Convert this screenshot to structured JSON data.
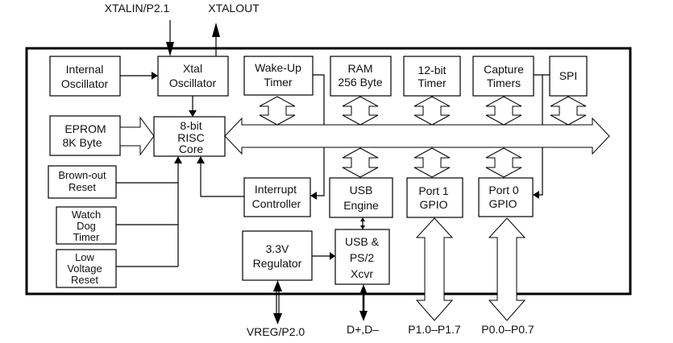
{
  "diagram": {
    "type": "block-diagram",
    "pins": {
      "xtalin": "XTALIN/P2.1",
      "xtalout": "XTALOUT",
      "vreg": "VREG/P2.0",
      "usb_data": "D+,D–",
      "port1": "P1.0–P1.7",
      "port0": "P0.0–P0.7"
    },
    "blocks": {
      "internal_osc": [
        "Internal",
        "Oscillator"
      ],
      "xtal_osc": [
        "Xtal",
        "Oscillator"
      ],
      "wakeup_timer": [
        "Wake-Up",
        "Timer"
      ],
      "ram": [
        "RAM",
        "256 Byte"
      ],
      "timer12": [
        "12-bit",
        "Timer"
      ],
      "capture_timers": [
        "Capture",
        "Timers"
      ],
      "spi": [
        "SPI"
      ],
      "eprom": [
        "EPROM",
        "8K Byte"
      ],
      "risc_core": [
        "8-bit",
        "RISC",
        "Core"
      ],
      "brownout": [
        "Brown-out",
        "Reset"
      ],
      "watchdog": [
        "Watch",
        "Dog",
        "Timer"
      ],
      "lvr": [
        "Low",
        "Voltage",
        "Reset"
      ],
      "interrupt": [
        "Interrupt",
        "Controller"
      ],
      "usb_engine": [
        "USB",
        "Engine"
      ],
      "port1_gpio": [
        "Port 1",
        "GPIO"
      ],
      "port0_gpio": [
        "Port 0",
        "GPIO"
      ],
      "regulator": [
        "3.3V",
        "Regulator"
      ],
      "usb_ps2": [
        "USB &",
        "PS/2",
        "Xcvr"
      ]
    },
    "connections": [
      {
        "from": "XTALIN/P2.1",
        "to": "Xtal Oscillator",
        "kind": "signal"
      },
      {
        "from": "Xtal Oscillator",
        "to": "XTALOUT",
        "kind": "signal"
      },
      {
        "from": "Internal Oscillator",
        "to": "Xtal Oscillator",
        "kind": "signal"
      },
      {
        "from": "Xtal Oscillator",
        "to": "8-bit RISC Core",
        "kind": "signal"
      },
      {
        "from": "EPROM 8K Byte",
        "to": "8-bit RISC Core",
        "kind": "bus"
      },
      {
        "from": "8-bit RISC Core",
        "to": "Internal Bus",
        "kind": "bus-bidirectional"
      },
      {
        "from": "Brown-out Reset",
        "to": "8-bit RISC Core",
        "kind": "signal"
      },
      {
        "from": "Watch Dog Timer",
        "to": "8-bit RISC Core",
        "kind": "signal"
      },
      {
        "from": "Low Voltage Reset",
        "to": "8-bit RISC Core",
        "kind": "signal"
      },
      {
        "from": "Interrupt Controller",
        "to": "8-bit RISC Core",
        "kind": "signal"
      },
      {
        "from": "Wake-Up Timer",
        "to": "Interrupt Controller",
        "kind": "signal"
      },
      {
        "from": "Capture Timers",
        "to": "Port 0 GPIO",
        "kind": "signal"
      },
      {
        "from": "USB Engine",
        "to": "USB & PS/2 Xcvr",
        "kind": "bidirectional"
      },
      {
        "from": "3.3V Regulator",
        "to": "USB & PS/2 Xcvr",
        "kind": "signal"
      },
      {
        "from": "3.3V Regulator",
        "to": "VREG/P2.0",
        "kind": "bidirectional"
      },
      {
        "from": "USB & PS/2 Xcvr",
        "to": "D+,D–",
        "kind": "bidirectional"
      },
      {
        "from": "Port 1 GPIO",
        "to": "P1.0–P1.7",
        "kind": "bus-bidirectional"
      },
      {
        "from": "Port 0 GPIO",
        "to": "P0.0–P0.7",
        "kind": "bus-bidirectional"
      }
    ]
  }
}
